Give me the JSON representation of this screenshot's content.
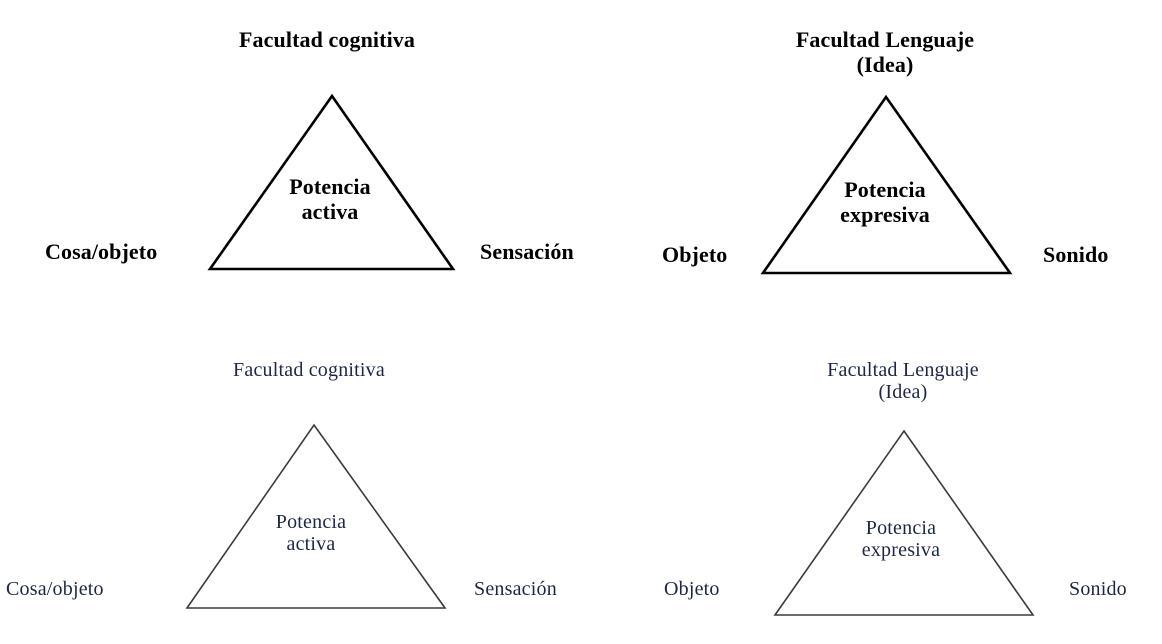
{
  "figure": {
    "background_color": "#ffffff",
    "top_row_text_color": "#000000",
    "bottom_row_text_color": "#1d2744",
    "top_row_stroke_color": "#000000",
    "bottom_row_stroke_color": "#3a3a42"
  },
  "diagrams": [
    {
      "id": "top-left",
      "title_line1": "Facultad cognitiva",
      "title_line2": "",
      "inner_line1": "Potencia",
      "inner_line2": "activa",
      "left_label": "Cosa/objeto",
      "right_label": "Sensación"
    },
    {
      "id": "top-right",
      "title_line1": "Facultad Lenguaje",
      "title_line2": "(Idea)",
      "inner_line1": "Potencia",
      "inner_line2": "expresiva",
      "left_label": "Objeto",
      "right_label": "Sonido"
    },
    {
      "id": "bottom-left",
      "title_line1": "Facultad cognitiva",
      "title_line2": "",
      "inner_line1": "Potencia",
      "inner_line2": "activa",
      "left_label": "Cosa/objeto",
      "right_label": "Sensación"
    },
    {
      "id": "bottom-right",
      "title_line1": "Facultad Lenguaje",
      "title_line2": "(Idea)",
      "inner_line1": "Potencia",
      "inner_line2": "expresiva",
      "left_label": "Objeto",
      "right_label": "Sonido"
    }
  ]
}
